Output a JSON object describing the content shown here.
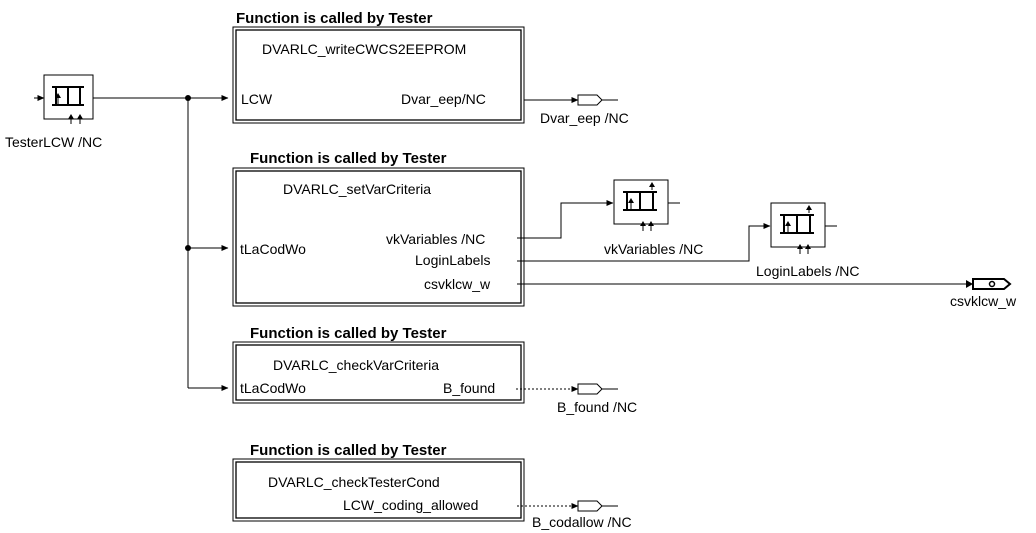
{
  "blocks": [
    {
      "header": "Function is called by Tester",
      "name": "DVARLC_writeCWCS2EEPROM",
      "inputs": [
        "LCW"
      ],
      "outputs": [
        "Dvar_eep/NC"
      ]
    },
    {
      "header": "Function is called by Tester",
      "name": "DVARLC_setVarCriteria",
      "inputs": [
        "tLaCodWo"
      ],
      "outputs": [
        "vkVariables /NC",
        "LoginLabels",
        "csvklcw_w"
      ]
    },
    {
      "header": "Function is called by Tester",
      "name": "DVARLC_checkVarCriteria",
      "inputs": [
        "tLaCodWo"
      ],
      "outputs": [
        "B_found"
      ]
    },
    {
      "header": "Function is called by Tester",
      "name": "DVARLC_checkTesterCond",
      "inputs": [],
      "outputs": [
        "LCW_coding_allowed"
      ]
    }
  ],
  "input_message": {
    "label": "TesterLCW /NC"
  },
  "output_messages": [
    {
      "label": "Dvar_eep /NC"
    },
    {
      "label": "vkVariables /NC"
    },
    {
      "label": "LoginLabels /NC"
    },
    {
      "label": "csvklcw_w"
    },
    {
      "label": "B_found /NC"
    },
    {
      "label": "B_codallow /NC"
    }
  ]
}
